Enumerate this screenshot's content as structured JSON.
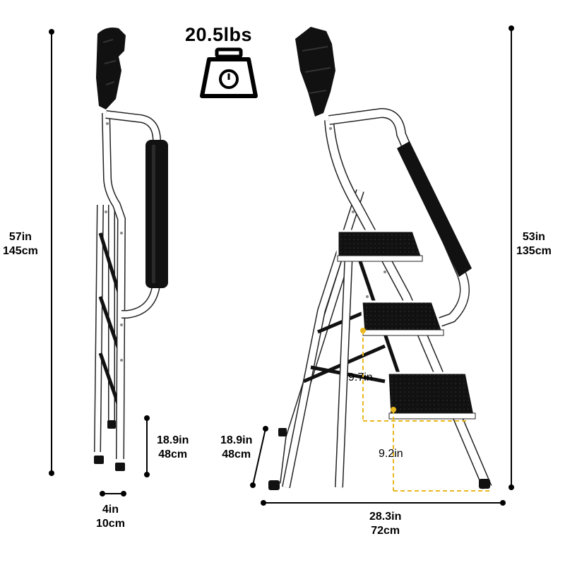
{
  "product": {
    "weight": "20.5lbs",
    "weight_icon": "scale-icon"
  },
  "dimensions": {
    "folded_height": {
      "in": "57in",
      "cm": "145cm"
    },
    "folded_depth": {
      "in": "4in",
      "cm": "10cm"
    },
    "folded_foot_height": {
      "in": "18.9in",
      "cm": "48cm"
    },
    "open_height": {
      "in": "53in",
      "cm": "135cm"
    },
    "open_foot_height": {
      "in": "18.9in",
      "cm": "48cm"
    },
    "open_depth": {
      "in": "28.3in",
      "cm": "72cm"
    },
    "step_spacing": "9.7in",
    "bottom_step_height": "9.2in"
  },
  "colors": {
    "frame": "#ffffff",
    "frame_outline": "#222222",
    "treads": "#111111",
    "guide_lines": "#e8b820",
    "dimension_lines": "#000000"
  }
}
